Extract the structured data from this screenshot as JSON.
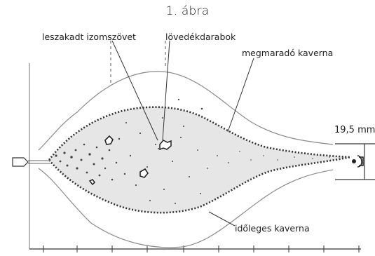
{
  "figure": {
    "title": "1. ábra",
    "labels": {
      "torn_muscle": "leszakadt izomszövet",
      "fragments": "lövedékdarabok",
      "permanent_cavity": "megmaradó kaverna",
      "temporary_cavity": "időleges kaverna",
      "measurement": "19,5 mm"
    },
    "colors": {
      "ink": "#1a1a1a",
      "stipple": "#555555",
      "outline": "#444444"
    }
  }
}
